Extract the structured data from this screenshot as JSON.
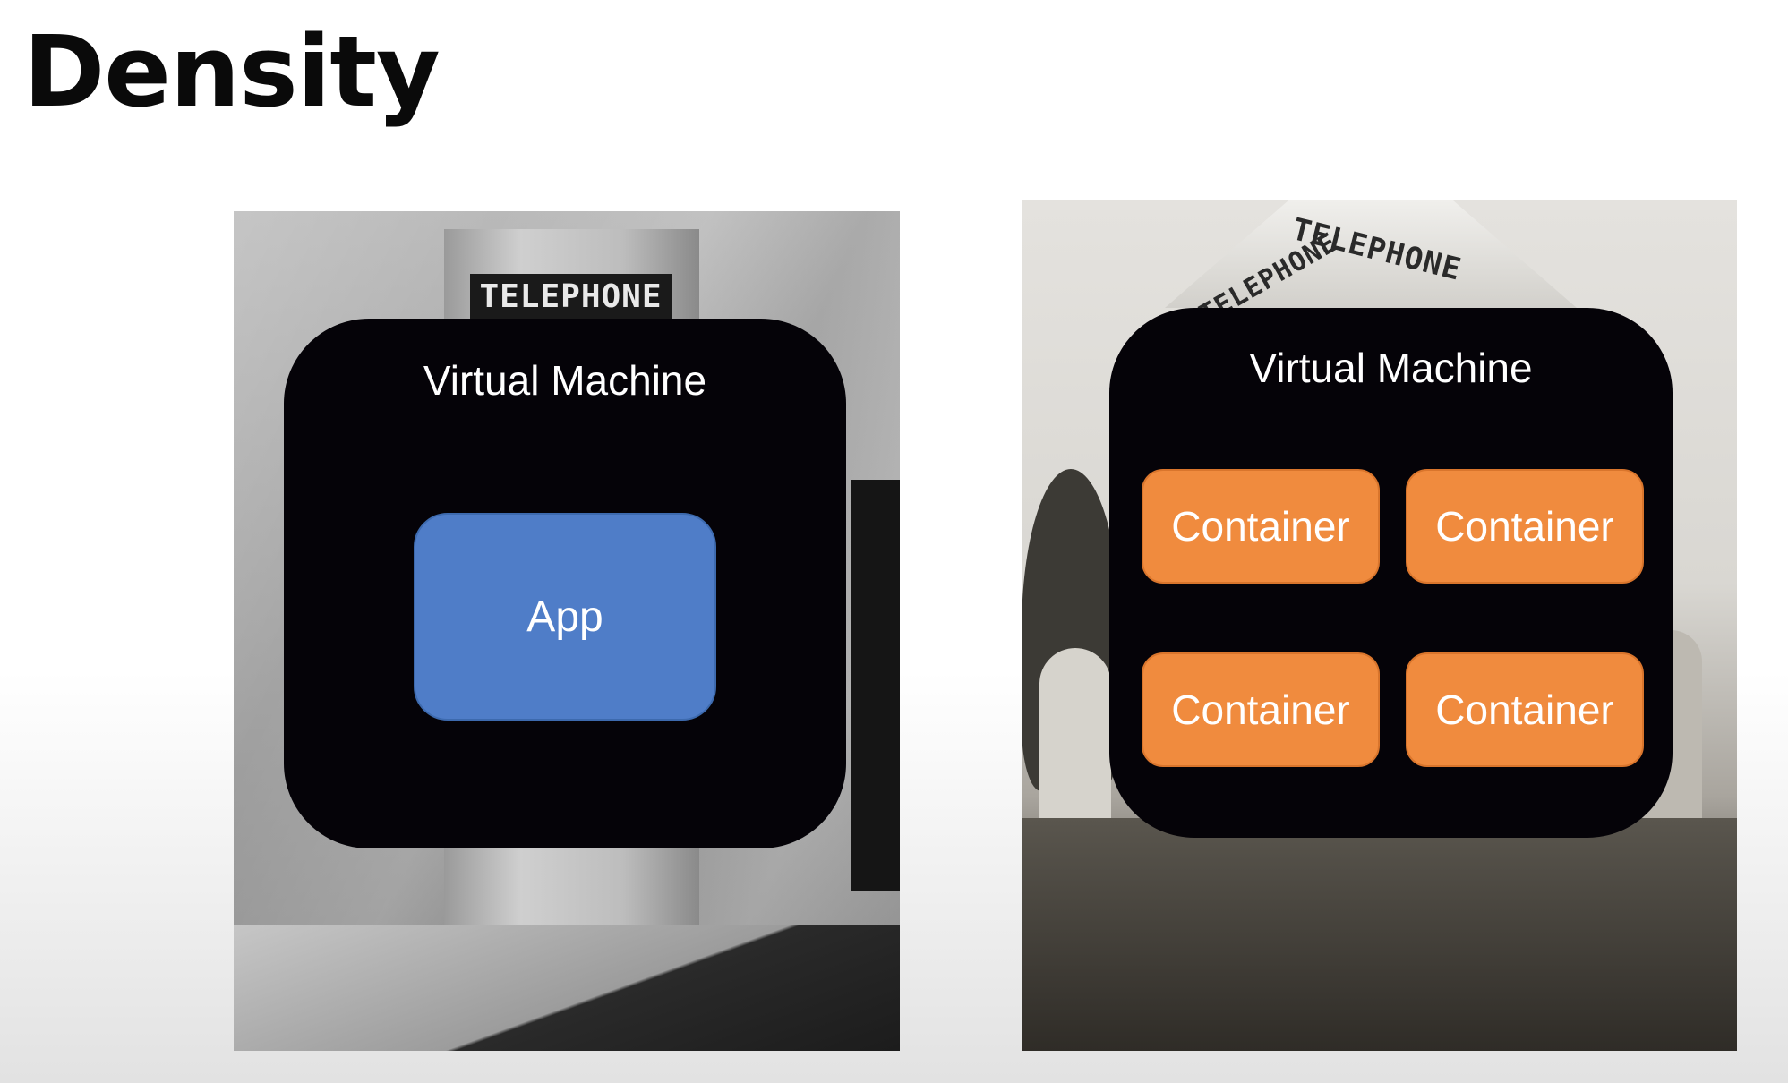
{
  "slide": {
    "title": "Density"
  },
  "left_panel": {
    "photo_sign": "TELEPHONE",
    "vm_label": "Virtual Machine",
    "app_label": "App"
  },
  "right_panel": {
    "photo_sign_a": "TELEPHONE",
    "photo_sign_b": "TELEPHONE",
    "vm_label": "Virtual Machine",
    "containers": [
      {
        "label": "Container"
      },
      {
        "label": "Container"
      },
      {
        "label": "Container"
      },
      {
        "label": "Container"
      }
    ]
  },
  "colors": {
    "vm_box": "#050308",
    "app_box": "#4f7dc8",
    "container_box": "#f08b3e",
    "title_text": "#0a0a0a",
    "box_text": "#ffffff"
  }
}
